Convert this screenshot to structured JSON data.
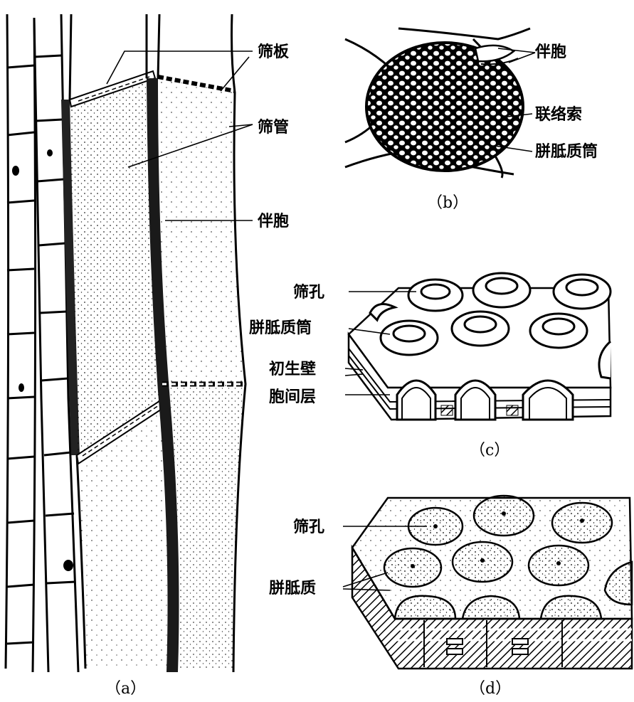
{
  "panel_a": {
    "labels": {
      "sieve_plate": "筛板",
      "sieve_tube": "筛管",
      "companion_cell": "伴胞"
    },
    "caption": "（a）"
  },
  "panel_b": {
    "labels": {
      "companion_cell": "伴胞",
      "connecting_strand": "联络索",
      "callose_cylinder": "胼胝质筒"
    },
    "caption": "（b）"
  },
  "panel_c": {
    "labels": {
      "sieve_pore": "筛孔",
      "callose_cylinder": "胼胝质筒",
      "primary_wall": "初生壁",
      "middle_lamella": "胞间层"
    },
    "caption": "（c）"
  },
  "panel_d": {
    "labels": {
      "sieve_pore": "筛孔",
      "callose": "胼胝质"
    },
    "caption": "（d）"
  }
}
